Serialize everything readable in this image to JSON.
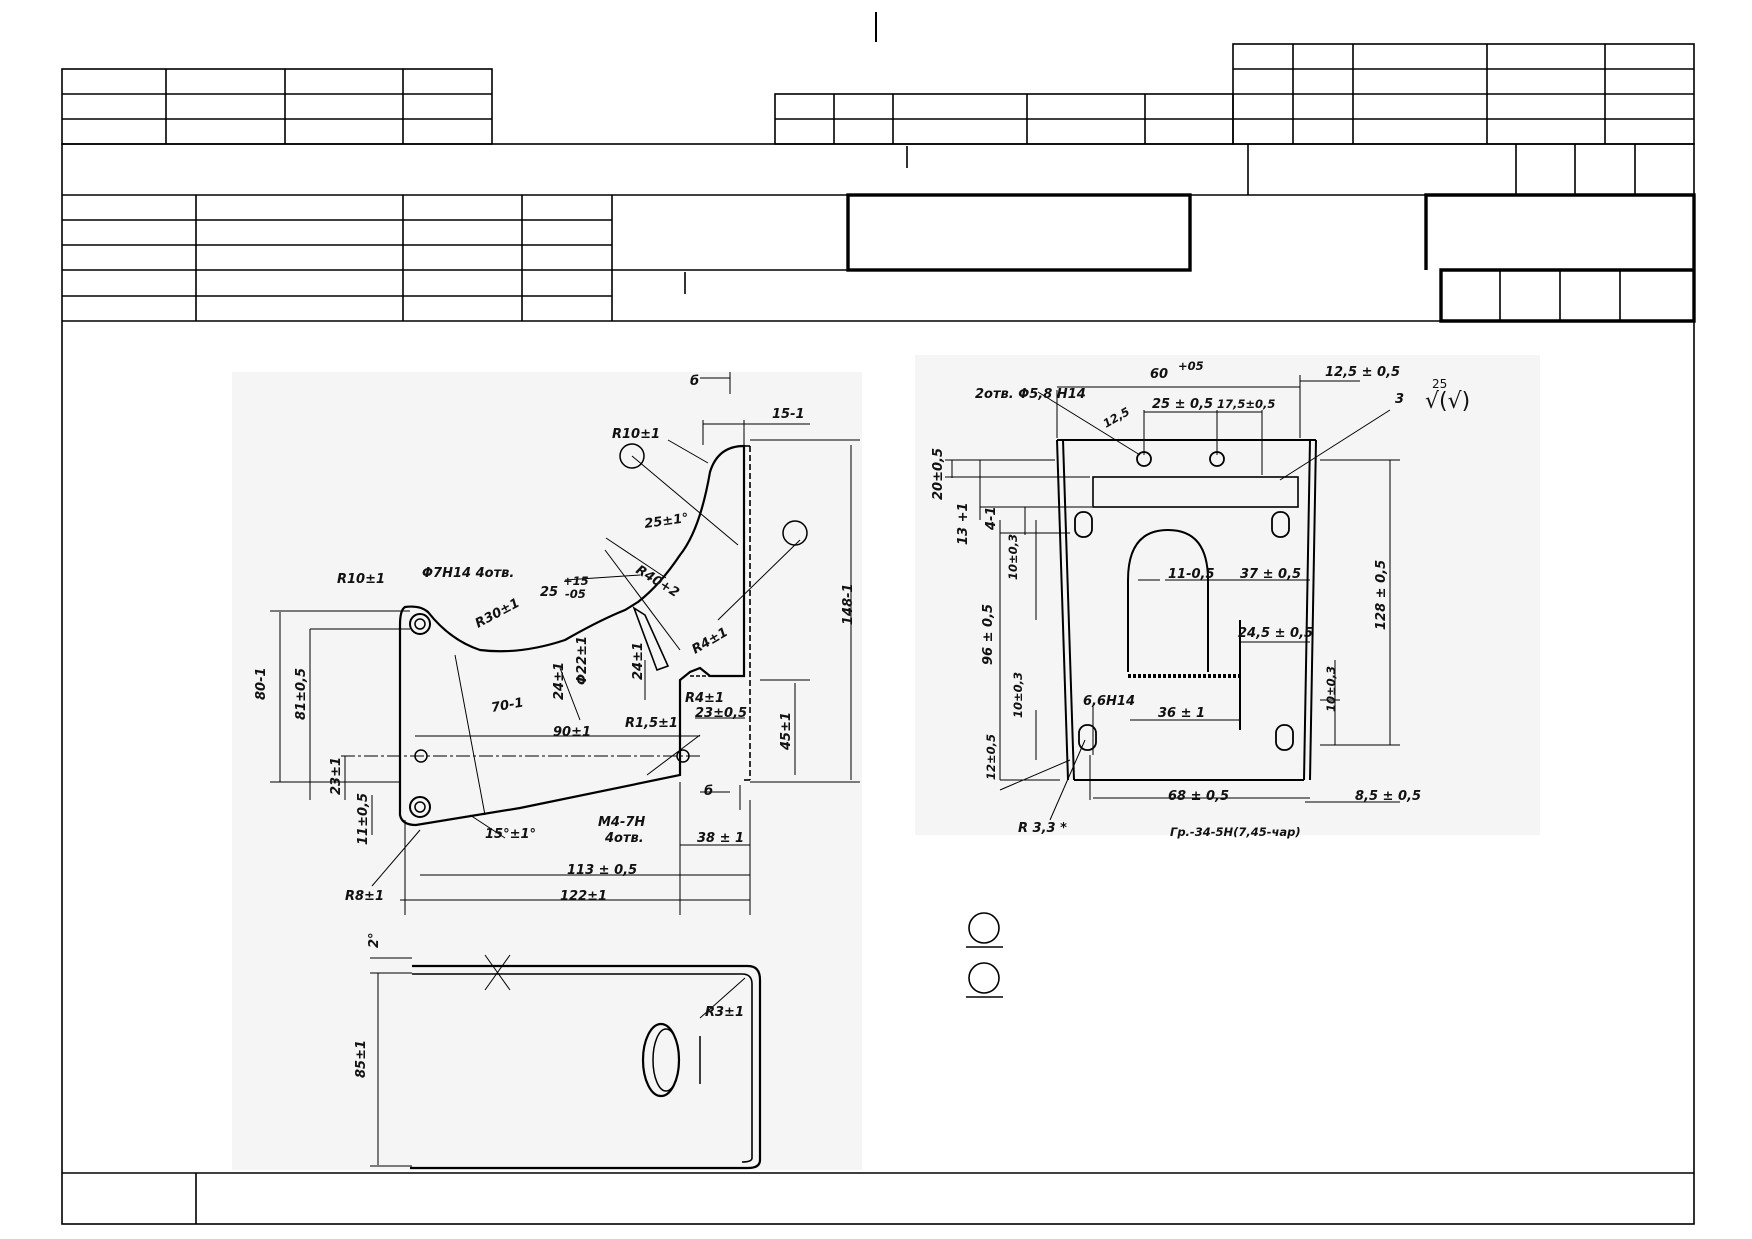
{
  "drawing_left": {
    "labels": {
      "section_b_top": "б",
      "section_b_bottom": "б",
      "r10_top": "R10±1",
      "d15": "15-1",
      "a25": "25±1°",
      "r40": "R40+2",
      "phi7": "Φ7H14  4отв.",
      "r10_left": "R10±1",
      "d25": "25",
      "d25_tol_up": "+15",
      "d25_tol_dn": "-05",
      "r30": "R30±1",
      "d148": "148-1",
      "d80": "80-1",
      "d81": "81±0,5",
      "d70": "70-1",
      "phi22": "Φ22±1",
      "d24a": "24±1",
      "d24b": "24±1",
      "r4a": "R4±1",
      "r4b": "R4±1",
      "r15": "R1,5±1",
      "d23": "23±0,5",
      "d45": "45±1",
      "d90": "90±1",
      "d23b": "23±1",
      "d11": "11±0,5",
      "a15": "15°±1°",
      "m4": "M4-7H",
      "m4_holes": "4отв.",
      "d38": "38 ± 1",
      "d113": "113 ± 0,5",
      "d122": "122±1",
      "r8": "R8±1",
      "a2": "2°",
      "r3": "R3±1",
      "d85": "85±1"
    }
  },
  "drawing_right": {
    "labels": {
      "holes2": "2отв. Φ5,8 H14",
      "d60": "60",
      "d60_tol": "+05",
      "d125": "12,5 ± 0,5",
      "d25": "25 ± 0,5",
      "d175": "17,5±0,5",
      "d125b": "12,5",
      "leader3": "3",
      "d20": "20±0,5",
      "d13": "13 +1",
      "d4": "4-1",
      "d10a": "10±0,3",
      "d11": "11-0,5",
      "d37": "37 ± 0,5",
      "d128": "128 ± 0,5",
      "d96": "96 ± 0,5",
      "d245": "24,5 ± 0,5",
      "d10b": "10±0,3",
      "d10c": "10±0,3",
      "d66": "6,6H14",
      "d36": "36 ± 1",
      "d12": "12±0,5",
      "d68": "68 ± 0,5",
      "d85": "8,5 ± 0,5",
      "r33": "R 3,3 *",
      "cut_note": "Гр.-34-5Н(7,45-чар)"
    },
    "roughness": {
      "value": "25",
      "symbol": "√(√)"
    }
  }
}
